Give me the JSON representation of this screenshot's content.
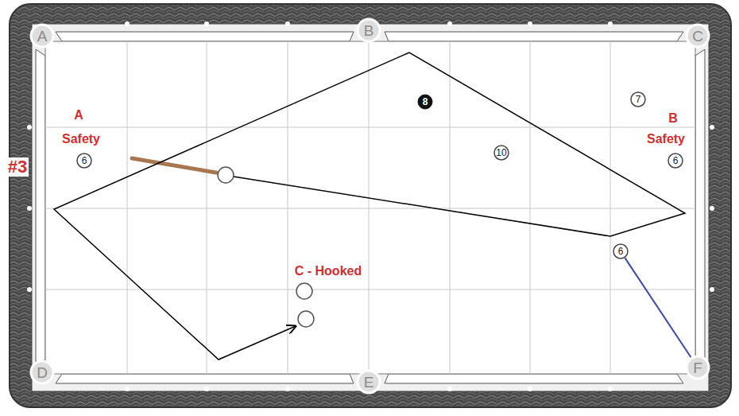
{
  "diagram": {
    "nodes": [
      {
        "text": [
          "A"
        ]
      },
      {
        "text": [
          "B"
        ]
      },
      {
        "text": [
          "C"
        ]
      },
      {
        "text": [
          "8"
        ]
      },
      {
        "text": [
          "7"
        ]
      },
      {
        "text": [
          "10"
        ]
      },
      {
        "text": [
          "6"
        ]
      },
      {
        "text": [
          "6"
        ]
      },
      {
        "text": [
          "6"
        ]
      },
      {
        "text": [
          "D"
        ]
      },
      {
        "text": [
          "E"
        ]
      },
      {
        "text": [
          "F"
        ]
      }
    ],
    "edges": [
      {
        "from": 8,
        "to": 11,
        "arrow": "none"
      }
    ],
    "labels": [
      "A",
      "Safety",
      "B",
      "Safety",
      "#3",
      "C - Hooked"
    ]
  }
}
